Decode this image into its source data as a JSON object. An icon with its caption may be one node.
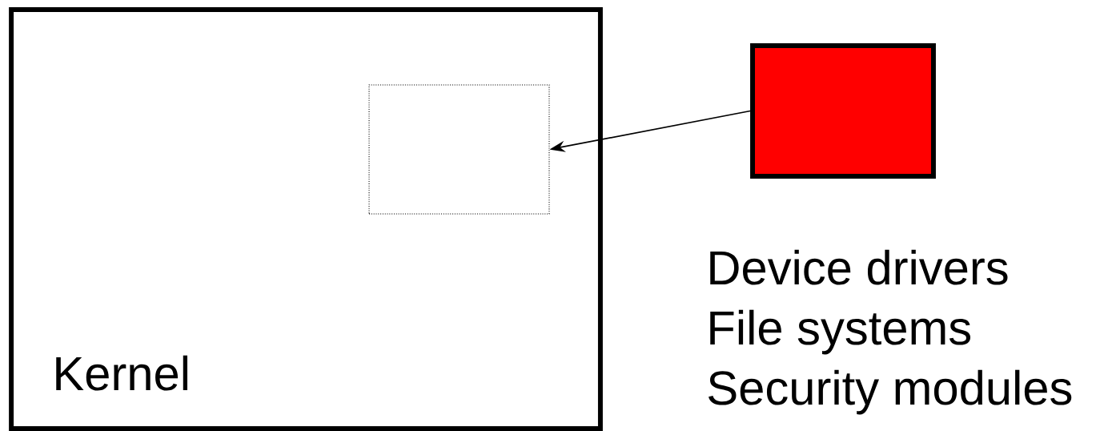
{
  "diagram": {
    "nodes": [
      {
        "text": [
          "Kernel"
        ]
      },
      {
        "text": [],
        "shape": "box",
        "in": 0
      },
      {
        "text": [],
        "shape": "box"
      }
    ],
    "edges": [
      {
        "from": 2,
        "to": 1,
        "arrow": "to"
      }
    ],
    "labels": [
      "Device drivers",
      "File systems",
      "Security modules"
    ]
  }
}
